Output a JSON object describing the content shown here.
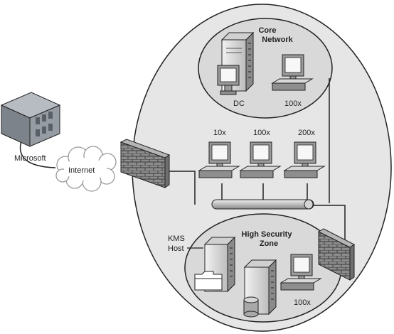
{
  "labels": {
    "microsoft": "Microsoft",
    "internet": "Internet",
    "core_network_line1": "Core",
    "core_network_line2": "Network",
    "dc": "DC",
    "core_clients": "100x",
    "group_a": "10x",
    "group_b": "100x",
    "group_c": "200x",
    "kms_line1": "KMS",
    "kms_line2": "Host",
    "hsz_line1": "High Security",
    "hsz_line2": "Zone",
    "hsz_clients": "100x"
  },
  "icons": {
    "microsoft": "datacenter-icon",
    "internet": "cloud-icon",
    "firewall": "firewall-icon",
    "server": "server-tower-icon",
    "workstation": "workstation-icon",
    "switch": "network-hub-icon",
    "folder": "folder-icon",
    "database": "database-icon"
  },
  "colors": {
    "outer_zone": "#e6e6e6",
    "inner_zone": "#d9d9d9",
    "outline": "#222222",
    "datacenter": "#8a8f96",
    "brick": "#8c8c8c"
  }
}
